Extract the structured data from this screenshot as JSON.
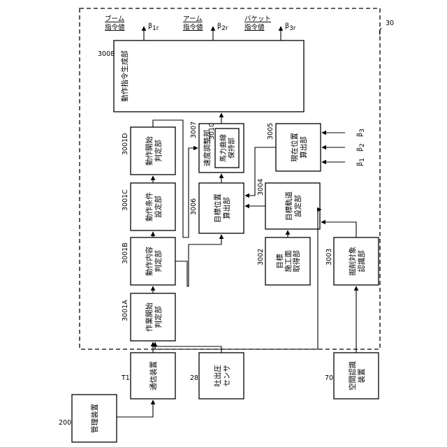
{
  "diagram": {
    "controller_ref": "30",
    "blocks": {
      "mgmt": {
        "ref": "200",
        "label": "管理装置"
      },
      "comm": {
        "ref": "T1",
        "label": "通信装置"
      },
      "press": {
        "ref": "28",
        "lines": [
          "吐出圧",
          "センサ"
        ]
      },
      "space": {
        "ref": "70",
        "lines": [
          "空間認識",
          "装置"
        ]
      },
      "b3001a": {
        "ref": "3001A",
        "lines": [
          "作業開始",
          "判定部"
        ]
      },
      "b3001b": {
        "ref": "3001B",
        "lines": [
          "動作内容",
          "判定部"
        ]
      },
      "b3001c": {
        "ref": "3001C",
        "lines": [
          "動作条件",
          "設定部"
        ]
      },
      "b3001d": {
        "ref": "3001D",
        "lines": [
          "動作開始",
          "判定部"
        ]
      },
      "b3002": {
        "ref": "3002",
        "lines": [
          "目標",
          "施工面",
          "取得部"
        ]
      },
      "b3003": {
        "ref": "3003",
        "lines": [
          "掘削対象",
          "認識部"
        ]
      },
      "b3004": {
        "ref": "3004",
        "lines": [
          "目標軌道",
          "設定部"
        ]
      },
      "b3005": {
        "ref": "3005",
        "lines": [
          "現在位置",
          "算出部"
        ]
      },
      "b3006": {
        "ref": "3006",
        "lines": [
          "目標位置",
          "算出部"
        ]
      },
      "b3007": {
        "ref": "3007",
        "label": "速度調整部"
      },
      "b3010": {
        "ref": "3010",
        "lines": [
          "馬力曲線",
          "保持部"
        ]
      },
      "b3008": {
        "ref": "3008",
        "label": "動作指令生成部"
      }
    },
    "outputs": [
      {
        "lines": [
          "ブーム",
          "指令値"
        ],
        "symbol": "β",
        "sub": "1r"
      },
      {
        "lines": [
          "アーム",
          "指令値"
        ],
        "symbol": "β",
        "sub": "2r"
      },
      {
        "lines": [
          "バケット",
          "指令値"
        ],
        "symbol": "β",
        "sub": "3r"
      }
    ],
    "inputs": [
      {
        "symbol": "β",
        "sub": "1"
      },
      {
        "symbol": "β",
        "sub": "2"
      },
      {
        "symbol": "β",
        "sub": "3"
      }
    ]
  }
}
